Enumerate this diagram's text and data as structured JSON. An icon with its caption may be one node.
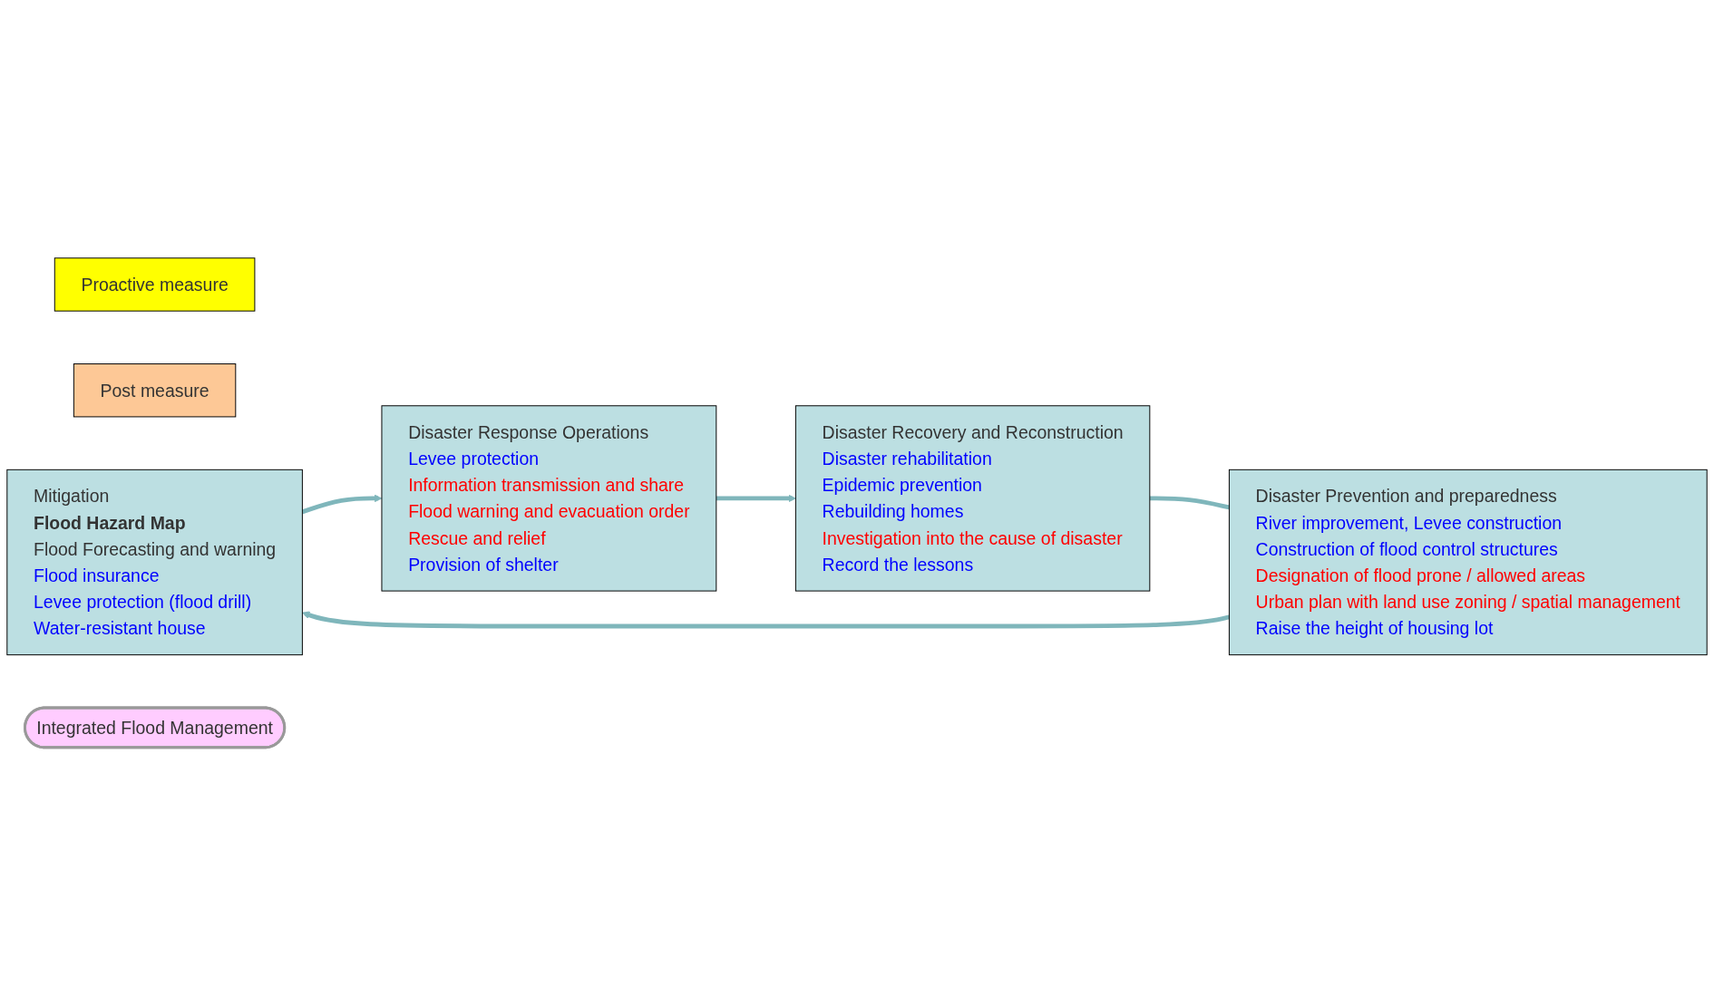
{
  "diagram": {
    "nodes": [
      {
        "text": [
          "Proactive measure"
        ]
      },
      {
        "text": [
          "Post measure"
        ]
      },
      {
        "text": [
          "Mitigation",
          "Flood Hazard Map",
          "Flood Forecasting and warning",
          "Flood insurance",
          "Levee protection (flood drill)",
          "Water-resistant house"
        ]
      },
      {
        "text": [
          "Disaster Response Operations",
          "Levee protection",
          "Information transmission and share",
          "Flood warning and evacuation order",
          "Rescue and relief",
          "Provision of shelter"
        ]
      },
      {
        "text": [
          "Integrated Flood Management"
        ]
      },
      {
        "text": [
          "Disaster Prevention and preparedness",
          "River improvement, Levee construction",
          "Construction of flood control structures",
          "Designation of flood prone / allowed areas",
          "Urban plan with land use zoning / spatial management",
          "Raise the height of housing lot"
        ]
      },
      {
        "text": [
          "Disaster Recovery and Reconstruction",
          "Disaster rehabilitation",
          "Epidemic prevention",
          "Rebuilding homes",
          "Investigation into the cause of disaster",
          "Record the lessons"
        ]
      }
    ],
    "edges": [
      {
        "from": 2,
        "to": 3,
        "arrow": "to"
      },
      {
        "from": 3,
        "to": 6,
        "arrow": "to"
      },
      {
        "from": 6,
        "to": 5,
        "arrow": "none"
      },
      {
        "from": 5,
        "to": 2,
        "arrow": "to"
      }
    ]
  }
}
